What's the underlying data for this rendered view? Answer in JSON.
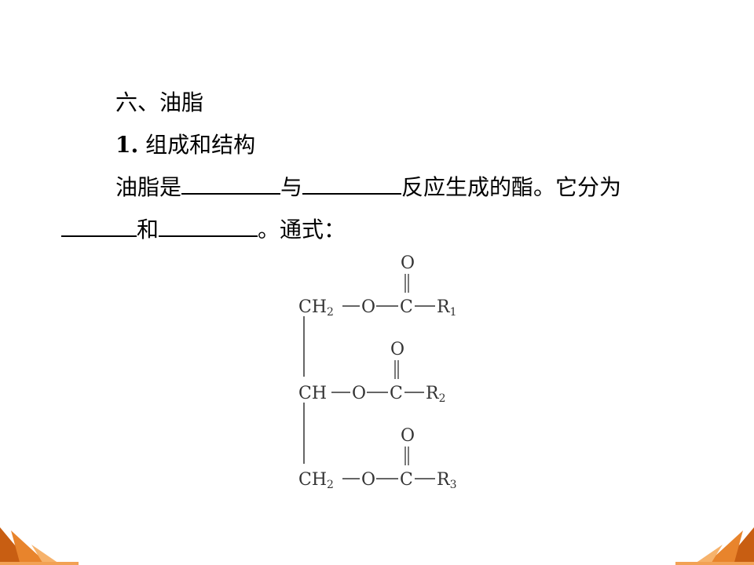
{
  "heading": "六、油脂",
  "subheading": {
    "number": "1.",
    "title": "组成和结构"
  },
  "paragraph": {
    "part1": "油脂是",
    "part2": "与",
    "part3": "反应生成的酯。它分为",
    "part4": "和",
    "part5": "。通式："
  },
  "formula": {
    "rows": [
      {
        "group": "CH",
        "sub": "2",
        "o": "O",
        "c": "C",
        "r": "R",
        "r_sub": "1",
        "carbonyl_o": "O"
      },
      {
        "group": "CH",
        "sub": "",
        "o": "O",
        "c": "C",
        "r": "R",
        "r_sub": "2",
        "carbonyl_o": "O"
      },
      {
        "group": "CH",
        "sub": "2",
        "o": "O",
        "c": "C",
        "r": "R",
        "r_sub": "3",
        "carbonyl_o": "O"
      }
    ]
  },
  "colors": {
    "accent_orange": "#e8842c",
    "accent_dark": "#c85e12",
    "accent_light": "#f6b26b"
  }
}
